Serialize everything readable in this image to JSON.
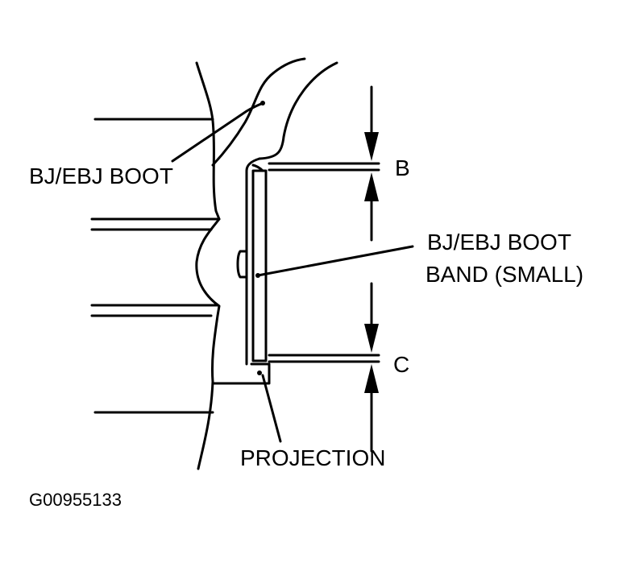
{
  "labels": {
    "boot": "BJ/EBJ BOOT",
    "band_line1": "BJ/EBJ BOOT",
    "band_line2": "BAND (SMALL)",
    "dim_b": "B",
    "dim_c": "C",
    "projection": "PROJECTION"
  },
  "figure_code": "G00955133"
}
